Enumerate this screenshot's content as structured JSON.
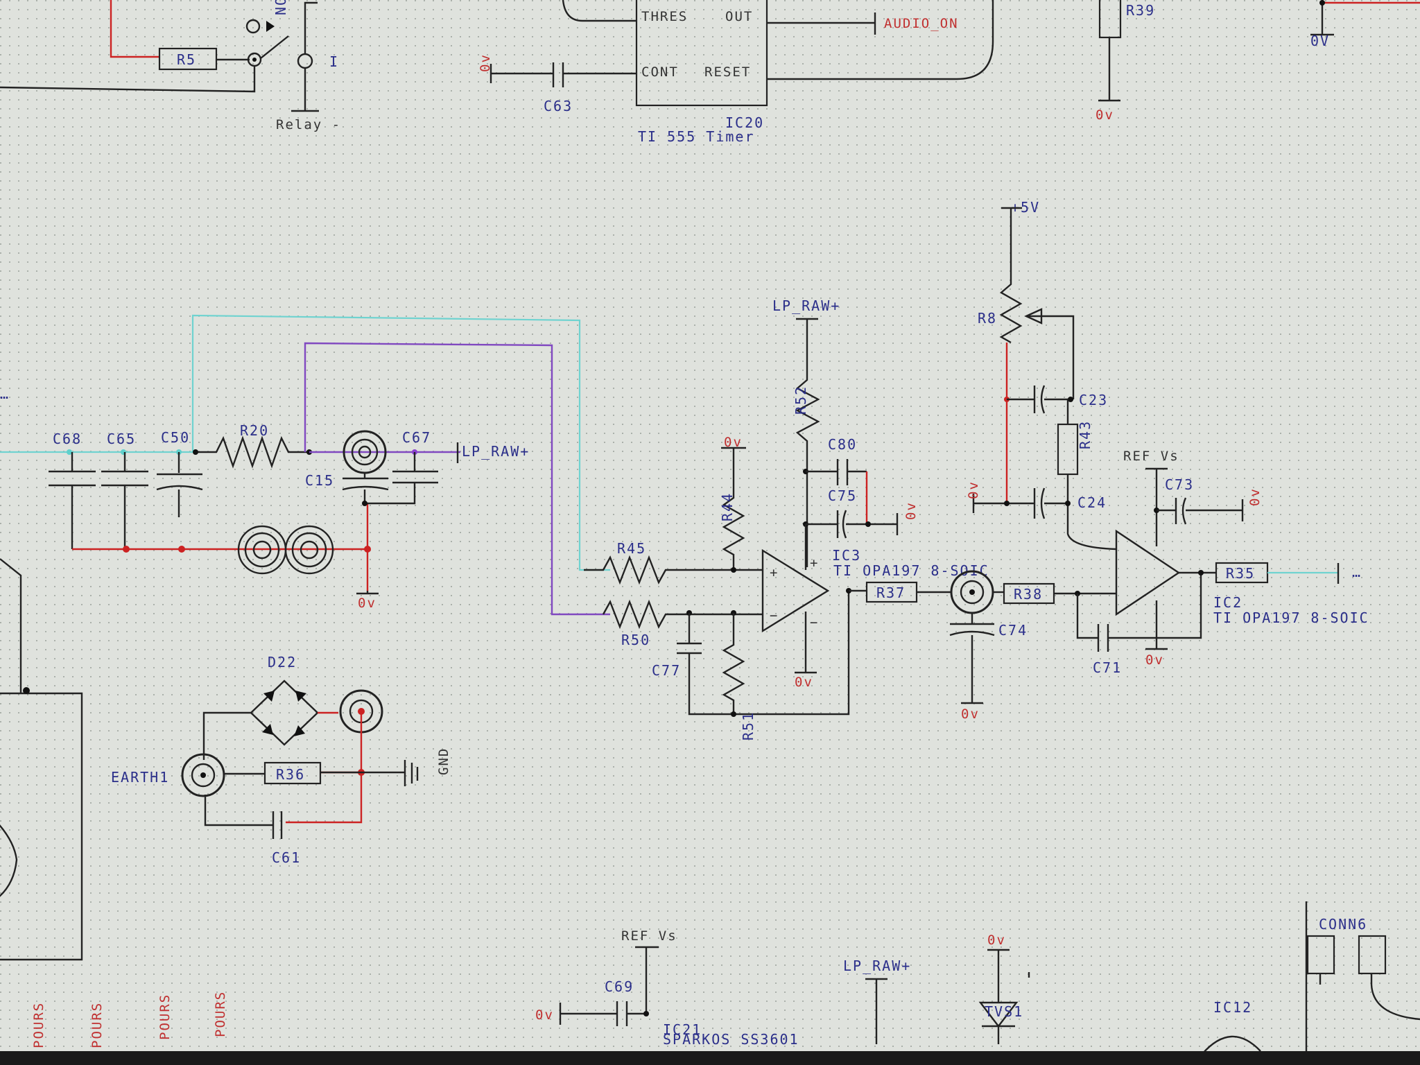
{
  "top": {
    "relay_label": "Relay -",
    "relay_no": "NO",
    "relay_pole": "I",
    "r5": "R5",
    "r39": "R39",
    "zero_v_r39": "0v",
    "zero_v_tr": "0V",
    "ic20_pins": {
      "thres": "THRES",
      "out": "OUT",
      "cont": "CONT",
      "reset": "RESET"
    },
    "ic20_ref": "IC20",
    "ic20_part": "TI 555 Timer",
    "audio_on": "AUDIO_ON",
    "c63": "C63",
    "zero_v_c63": "0v"
  },
  "input_stage": {
    "c68": "C68",
    "c65": "C65",
    "c50": "C50",
    "r20": "R20",
    "c67": "C67",
    "c15": "C15",
    "lp_raw": "LP_RAW+",
    "zero_v": "0v",
    "left_net": "…"
  },
  "earth": {
    "d22": "D22",
    "earth1": "EARTH1",
    "r36": "R36",
    "c61": "C61",
    "gnd": "GND"
  },
  "amp1": {
    "lp_raw": "LP_RAW+",
    "r52": "R52",
    "r44": "R44",
    "zero_v_r44": "0v",
    "r45": "R45",
    "r50": "R50",
    "c77": "C77",
    "r51": "R51",
    "c80": "C80",
    "c75": "C75",
    "zero_v_c75": "0v",
    "zero_v_ic": "0v",
    "ic_ref": "IC3",
    "ic_part": "TI OPA197 8-SOIC",
    "plus": "+",
    "minus": "−"
  },
  "amp2": {
    "plus5": "+5V",
    "r8": "R8",
    "c23": "C23",
    "r43": "R43",
    "c24": "C24",
    "zero_v_c24": "0v",
    "ref_vs": "REF Vs",
    "c73": "C73",
    "zero_v_c73": "0v",
    "r37": "R37",
    "r38": "R38",
    "c74": "C74",
    "zero_v_c74": "0v",
    "c71": "C71",
    "zero_v_ic": "0v",
    "r35": "R35",
    "ic_ref": "IC2",
    "ic_part": "TI OPA197 8-SOIC",
    "out_net": "…"
  },
  "bottom": {
    "ref_vs": "REF Vs",
    "c69": "C69",
    "zero_v_c69": "0v",
    "ic21_ref": "IC21",
    "ic21_part": "SPARKOS SS3601",
    "lp_raw": "LP_RAW+",
    "zero_v_tvs": "0v",
    "tvs1": "TVS1",
    "conn6": "CONN6",
    "ic12": "IC12",
    "pours": [
      "POURS",
      "POURS",
      "POURS",
      "POURS"
    ]
  },
  "colors": {
    "background": "#dfe2dd",
    "wire": "#222222",
    "net_red": "#cc2222",
    "net_cyan": "#6fd3d0",
    "net_purple": "#8048c0",
    "label_blue": "#2b2f8a"
  }
}
